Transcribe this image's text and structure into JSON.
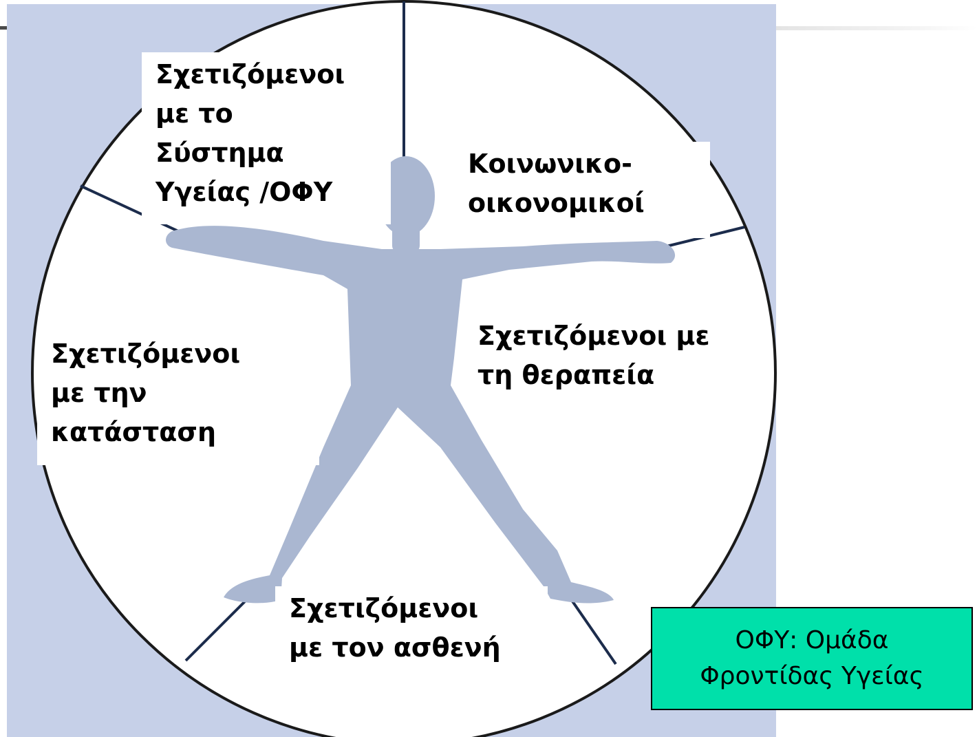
{
  "diagram": {
    "segments": [
      {
        "id": "health-system",
        "label": "Σχετιζόμενοι\nμε το\nΣύστημα\nΥγείας /ΟΦΥ"
      },
      {
        "id": "socioeconomic",
        "label": "Κοινωνικο-\nοικονομικοί"
      },
      {
        "id": "therapy",
        "label": "Σχετιζόμενοι με\nτη θεραπεία"
      },
      {
        "id": "condition",
        "label": "Σχετιζόμενοι\nμε την\nκατάσταση"
      },
      {
        "id": "patient",
        "label": "Σχετιζόμενοι\nμε τον ασθενή"
      }
    ],
    "legend": "ΟΦΥ: Ομάδα\nΦροντίδας Υγείας",
    "colors": {
      "panel_background": "#c6d0e8",
      "wheel_fill": "#ffffff",
      "wheel_outline": "#1a1a1a",
      "divider_lines": "#1c2c4c",
      "figure": "#aab7d1",
      "legend_fill": "#00e0aa"
    }
  }
}
